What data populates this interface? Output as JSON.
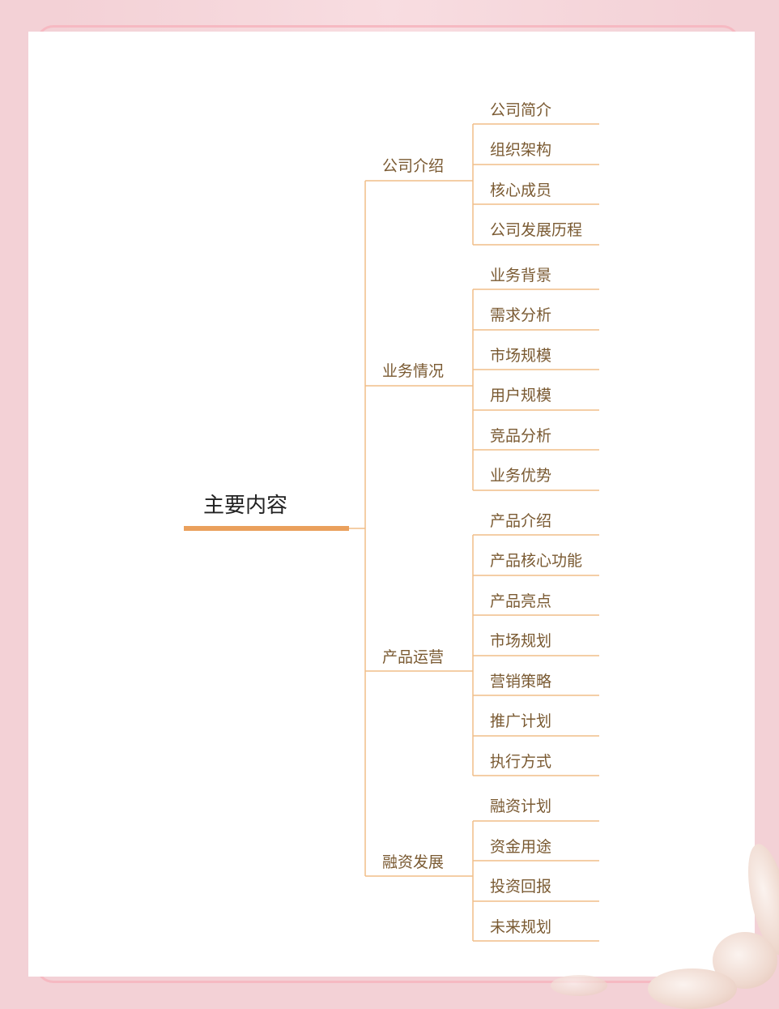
{
  "mindmap": {
    "root": "主要内容",
    "branches": [
      {
        "label": "公司介绍",
        "children": [
          "公司简介",
          "组织架构",
          "核心成员",
          "公司发展历程"
        ]
      },
      {
        "label": "业务情况",
        "children": [
          "业务背景",
          "需求分析",
          "市场规模",
          "用户规模",
          "竞品分析",
          "业务优势"
        ]
      },
      {
        "label": "产品运营",
        "children": [
          "产品介绍",
          "产品核心功能",
          "产品亮点",
          "市场规划",
          "营销策略",
          "推广计划",
          "执行方式"
        ]
      },
      {
        "label": "融资发展",
        "children": [
          "融资计划",
          "资金用途",
          "投资回报",
          "未来规划"
        ]
      }
    ]
  },
  "colors": {
    "page_background": "#f3d1d6",
    "paper": "#ffffff",
    "root_bar": "#eaa05c",
    "connector": "#f0be88",
    "branch_text": "#7a5a32",
    "root_text": "#222222"
  }
}
